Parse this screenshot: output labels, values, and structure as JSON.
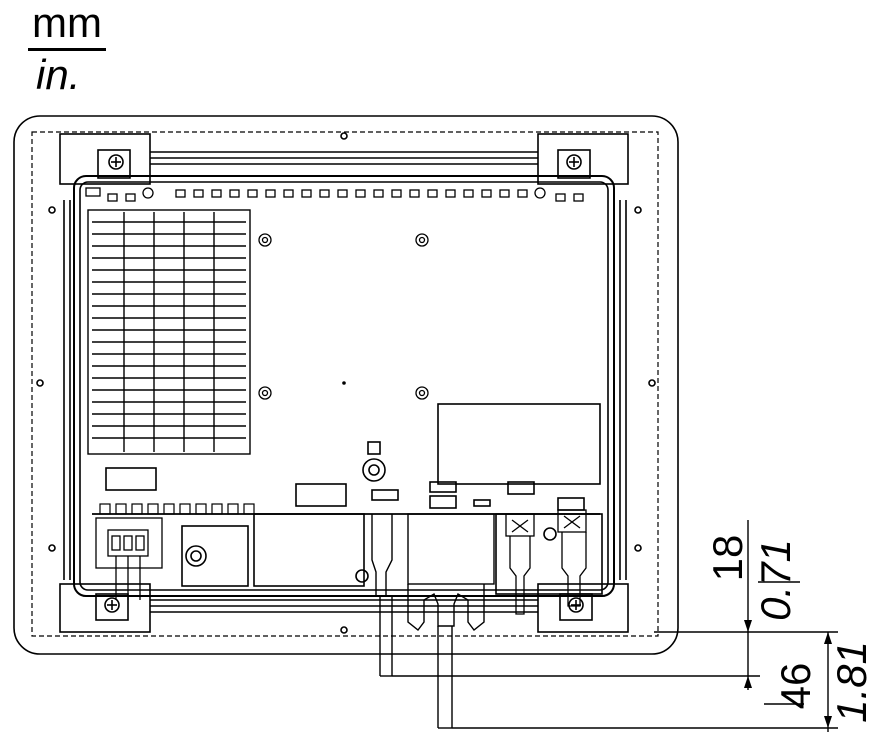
{
  "units": {
    "primary": "mm",
    "secondary": "in."
  },
  "dimensions": [
    {
      "id": "offset",
      "mm": "18",
      "in": "0.71"
    },
    {
      "id": "cable",
      "mm": "46",
      "in": "1.81"
    }
  ],
  "colors": {
    "line": "#000000",
    "background": "#ffffff"
  }
}
